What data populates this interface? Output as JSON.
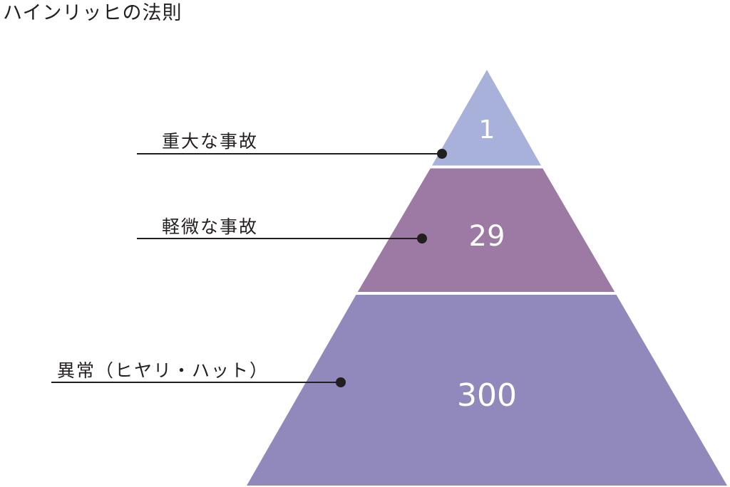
{
  "title": "ハインリッヒの法則",
  "tiers": [
    {
      "label": "重大な事故",
      "value": "1",
      "color": "#a8b1da"
    },
    {
      "label": "軽微な事故",
      "value": "29",
      "color": "#9d7aa4"
    },
    {
      "label": "異常（ヒヤリ・ハット）",
      "value": "300",
      "color": "#9189bc"
    }
  ],
  "colors": {
    "separator": "#ffffff",
    "leader_line": "#231f20",
    "text": "#231f20"
  }
}
